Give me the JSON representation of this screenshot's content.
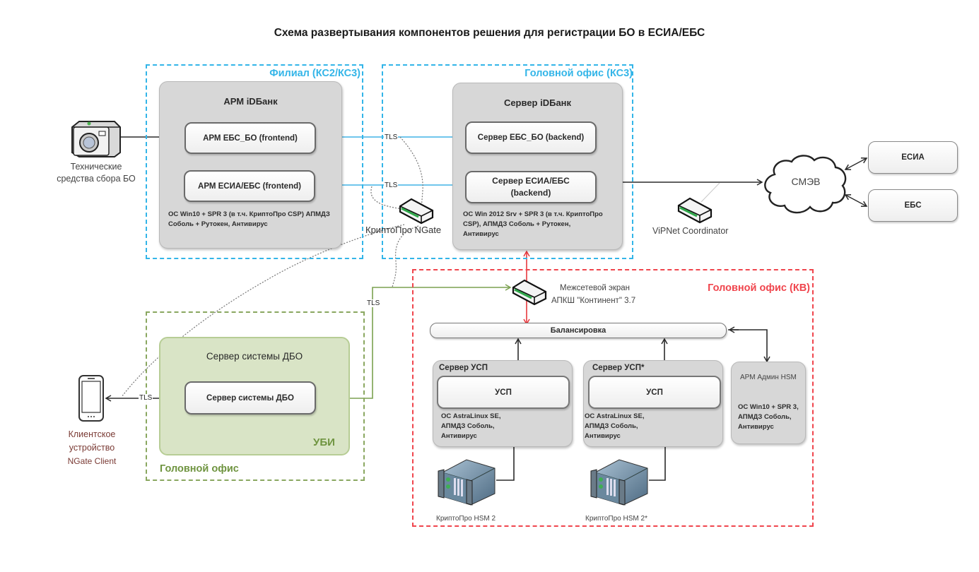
{
  "title": "Схема развертывания компонентов решения для регистрации БО в ЕСИА/ЕБС",
  "colors": {
    "zone_blue": "#33b5e8",
    "zone_red": "#f0454d",
    "zone_green": "#8aa760",
    "green_text": "#6f9440",
    "client_text": "#7a3a34",
    "link_blue": "#41b4e6",
    "link_red": "#e8383d",
    "link_green": "#7ba150",
    "link_dark": "#2b2b2b"
  },
  "zones": {
    "filial": {
      "label": "Филиал (КС2/КС3)"
    },
    "head_ks3": {
      "label": "Головной офис (КС3)"
    },
    "head_kv": {
      "label": "Головной офис (КВ)"
    },
    "head_office": {
      "label": "Головной офис"
    }
  },
  "arm_idbank": {
    "title": "АРМ iDБанк",
    "components": [
      {
        "label": "АРМ ЕБС_БО (frontend)"
      },
      {
        "label": "АРМ ЕСИА/ЕБС (frontend)"
      }
    ],
    "note": "ОС Win10 + SPR 3 (в т.ч. КриптоПро CSP) АПМДЗ Соболь + Рутокен, Антивирус"
  },
  "server_idbank": {
    "title": "Сервер iDБанк",
    "components": [
      {
        "label": "Сервер ЕБС_БО (backend)"
      },
      {
        "label": "Сервер ЕСИА/ЕБС (backend)"
      }
    ],
    "note": "ОС Win 2012 Srv + SPR 3 (в т.ч. КриптоПро CSP), АПМДЗ Соболь + Рутокен, Антивирус"
  },
  "external": {
    "cloud": {
      "label": "СМЭВ",
      "icon": "cloud-icon"
    },
    "esia": {
      "label": "ЕСИА"
    },
    "ebs": {
      "label": "ЕБС"
    }
  },
  "devices": {
    "camera": {
      "label": "Технические средства сбора БО",
      "icon": "camera-icon"
    },
    "ngate": {
      "label": "КриптоПро NGate",
      "icon": "router-icon"
    },
    "vipnet": {
      "label": "ViPNet Coordinator",
      "icon": "router-icon"
    },
    "firewall": {
      "label_line1": "Межсетевой экран",
      "label_line2": "АПКШ \"Континент\" 3.7",
      "icon": "router-icon"
    },
    "client": {
      "label_line1": "Клиентское",
      "label_line2": "устройство",
      "label_line3": "NGate Client",
      "icon": "smartphone-icon"
    },
    "hsm1": {
      "label": "КриптоПро HSM 2",
      "icon": "server-rack-icon"
    },
    "hsm2": {
      "label": "КриптоПро HSM 2*",
      "icon": "server-rack-icon"
    }
  },
  "kv": {
    "balancer": {
      "label": "Балансировка"
    },
    "usp1": {
      "title": "Сервер УСП",
      "inner": "УСП",
      "note": "ОС AstraLinux SE, АПМДЗ Соболь, Антивирус"
    },
    "usp2": {
      "title": "Сервер УСП*",
      "inner": "УСП",
      "note": "ОС AstraLinux SE, АПМДЗ Соболь, Антивирус"
    },
    "arm_admin": {
      "title": "АРМ Админ HSM",
      "note": "ОС Win10 + SPR 3, АПМДЗ Соболь, Антивирус"
    }
  },
  "dbo": {
    "title": "Сервер системы ДБО",
    "inner": "Сервер системы ДБО",
    "tag": "УБИ"
  },
  "link_labels": {
    "tls": "TLS"
  }
}
